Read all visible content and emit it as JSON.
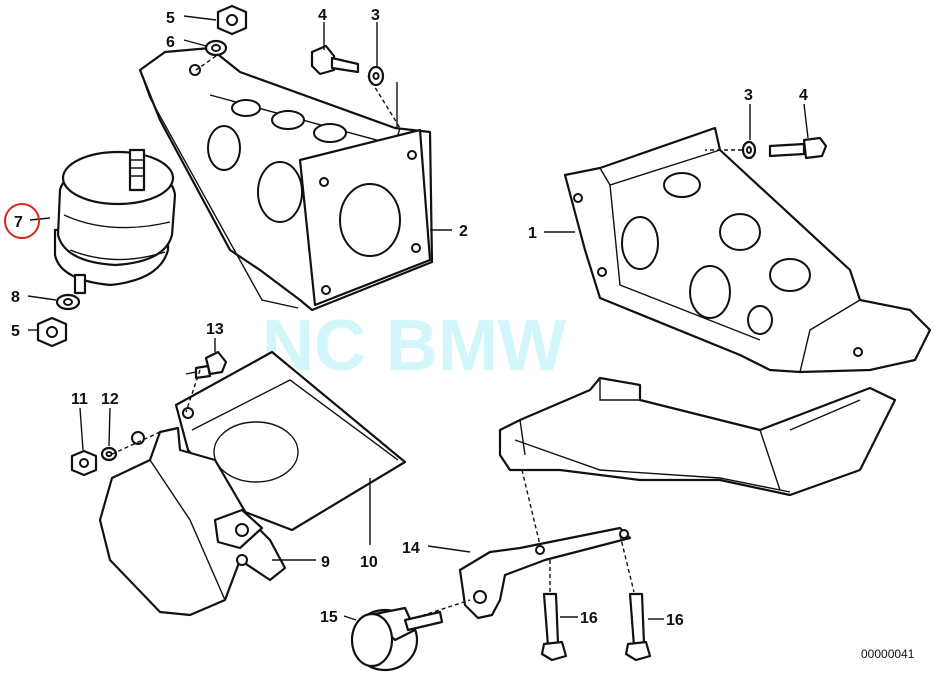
{
  "watermark": "NC BMW",
  "reference_number": "00000041",
  "labels": {
    "l1": "1",
    "l2": "2",
    "l3a": "3",
    "l3b": "3",
    "l4a": "4",
    "l4b": "4",
    "l5a": "5",
    "l5b": "5",
    "l6": "6",
    "l7": "7",
    "l8": "8",
    "l9": "9",
    "l10": "10",
    "l11": "11",
    "l12": "12",
    "l13": "13",
    "l14": "14",
    "l15": "15",
    "l16a": "16",
    "l16b": "16"
  },
  "highlight_color": "#d9261c",
  "watermark_color": "#7fe6f2"
}
